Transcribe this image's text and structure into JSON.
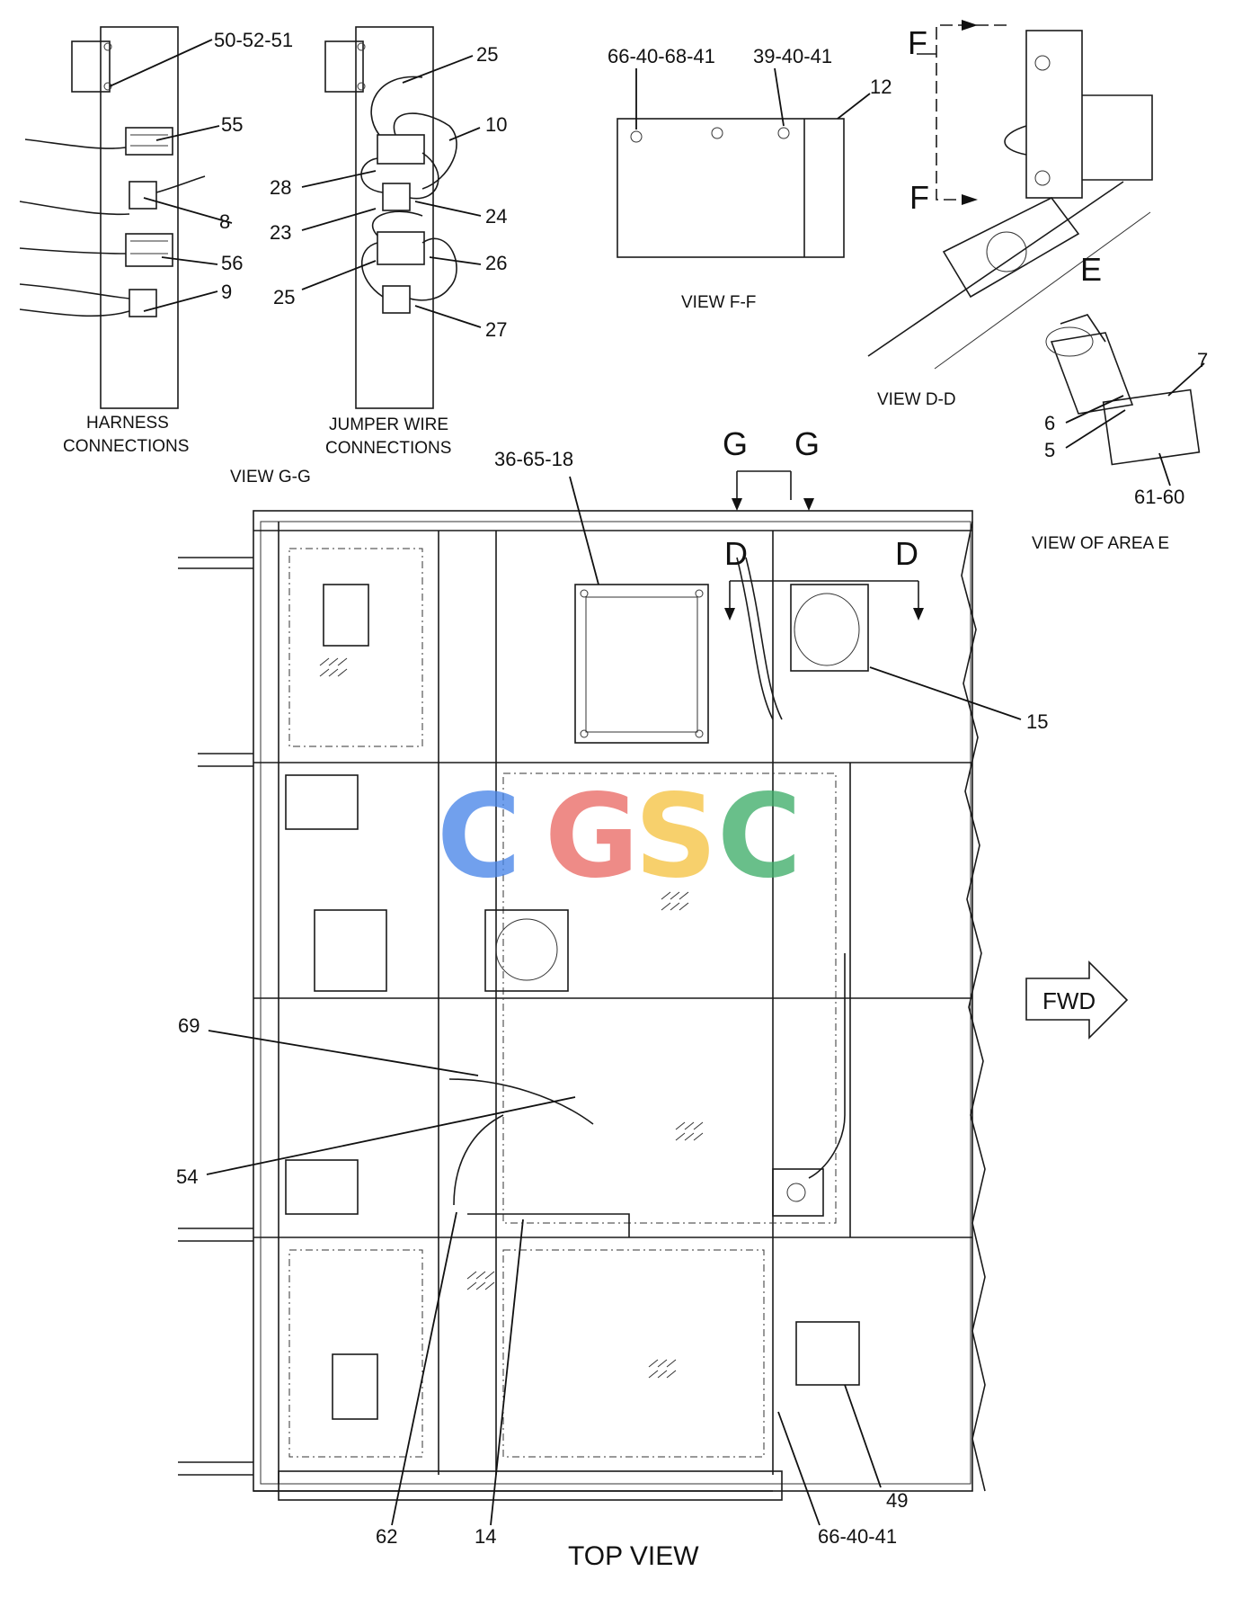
{
  "labels": {
    "p50_52_51": "50-52-51",
    "p55": "55",
    "p8": "8",
    "p56": "56",
    "p9": "9",
    "p25a": "25",
    "p10": "10",
    "p28": "28",
    "p24": "24",
    "p23": "23",
    "p26": "26",
    "p25b": "25",
    "p27": "27",
    "p66_40_68_41": "66-40-68-41",
    "p39_40_41": "39-40-41",
    "p12": "12",
    "p7": "7",
    "p6": "6",
    "p5": "5",
    "p61_60": "61-60",
    "p36_65_18": "36-65-18",
    "p15": "15",
    "p69": "69",
    "p54": "54",
    "p62": "62",
    "p14": "14",
    "p66_40_41": "66-40-41",
    "p49": "49"
  },
  "captions": {
    "harness_1": "HARNESS",
    "harness_2": "CONNECTIONS",
    "jumper_1": "JUMPER WIRE",
    "jumper_2": "CONNECTIONS",
    "view_ff": "VIEW  F-F",
    "view_dd": "VIEW  D-D",
    "view_area_e": "VIEW OF AREA  E",
    "view_gg": "VIEW  G-G",
    "top_view": "TOP VIEW",
    "fwd": "FWD"
  },
  "section_letters": {
    "f_top": "F",
    "f_bottom": "F",
    "e": "E",
    "g_left": "G",
    "g_right": "G",
    "d_left": "D",
    "d_right": "D"
  },
  "watermark": {
    "letters": [
      "C",
      "G",
      "S",
      "C"
    ],
    "colors": [
      "#4a86e8",
      "#ea6b66",
      "#f6c343",
      "#3fae6a"
    ]
  }
}
